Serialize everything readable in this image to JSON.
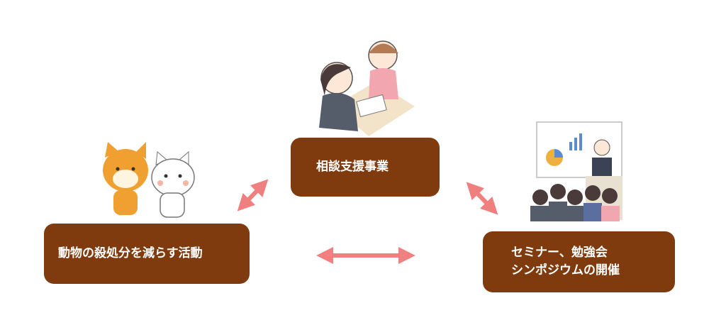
{
  "boxes": {
    "center": "相談支援事業",
    "left": "動物の殺処分を減らす活動",
    "right_line1": "セミナー、勉強会",
    "right_line2": "シンポジウムの開催"
  },
  "colors": {
    "box": "#7f3b0e",
    "arrow": "#f07f80"
  }
}
